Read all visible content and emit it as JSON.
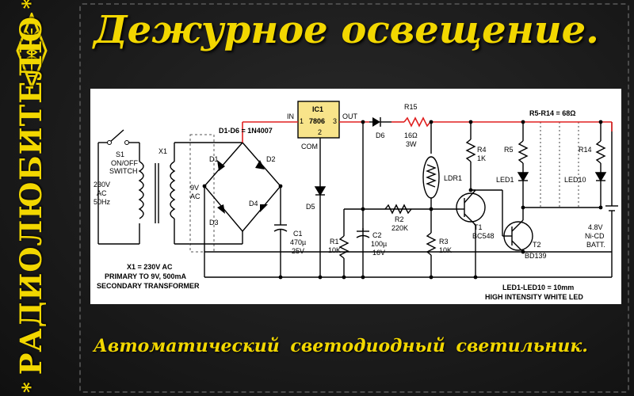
{
  "title": "Дежурное освещение.",
  "subtitle": "Автоматический  светодиодный  светильник.",
  "side_brand": "РАДИОЛЮБИТЕЛЮ",
  "side_star": "*",
  "schematic": {
    "ic1_name": "IC1",
    "ic1_part": "7806",
    "ic1_pin1": "1",
    "ic1_pin2": "2",
    "ic1_pin3": "3",
    "ic1_in": "IN",
    "ic1_out": "OUT",
    "ic1_com": "COM",
    "diodes_note": "D1-D6 = 1N4007",
    "res_note": "R5-R14 = 68Ω",
    "s1_name": "S1",
    "s1_desc1": "ON/OFF",
    "s1_desc2": "SWITCH",
    "x1_name": "X1",
    "mains1": "230V",
    "mains2": "AC",
    "mains3": "50Hz",
    "sec1": "9V",
    "sec2": "AC",
    "d1": "D1",
    "d2": "D2",
    "d3": "D3",
    "d4": "D4",
    "d5": "D5",
    "d6": "D6",
    "c1_name": "C1",
    "c1_val1": "470µ",
    "c1_val2": "25V",
    "r1_name": "R1",
    "r1_val": "10K",
    "c2_name": "C2",
    "c2_val1": "100µ",
    "c2_val2": "16V",
    "r15_name": "R15",
    "r15_val1": "16Ω",
    "r15_val2": "3W",
    "ldr_name": "LDR1",
    "r2_name": "R2",
    "r2_val": "220K",
    "r3_name": "R3",
    "r3_val": "10K",
    "r4_name": "R4",
    "r4_val": "1K",
    "t1_name": "T1",
    "t1_part": "BC548",
    "t2_name": "T2",
    "t2_part": "BD139",
    "r5_name": "R5",
    "r14_name": "R14",
    "led1_name": "LED1",
    "led10_name": "LED10",
    "batt1": "4.8V",
    "batt2": "Ni-CD",
    "batt3": "BATT.",
    "x1_note1": "X1 = 230V AC",
    "x1_note2": "PRIMARY TO 9V, 500mA",
    "x1_note3": "SECONDARY TRANSFORMER",
    "led_note1": "LED1-LED10 = 10mm",
    "led_note2": "HIGH INTENSITY WHITE LED"
  },
  "colors": {
    "accent_yellow": "#f2d700",
    "positive_rail": "#e02020",
    "background": "#1c1c1c"
  }
}
